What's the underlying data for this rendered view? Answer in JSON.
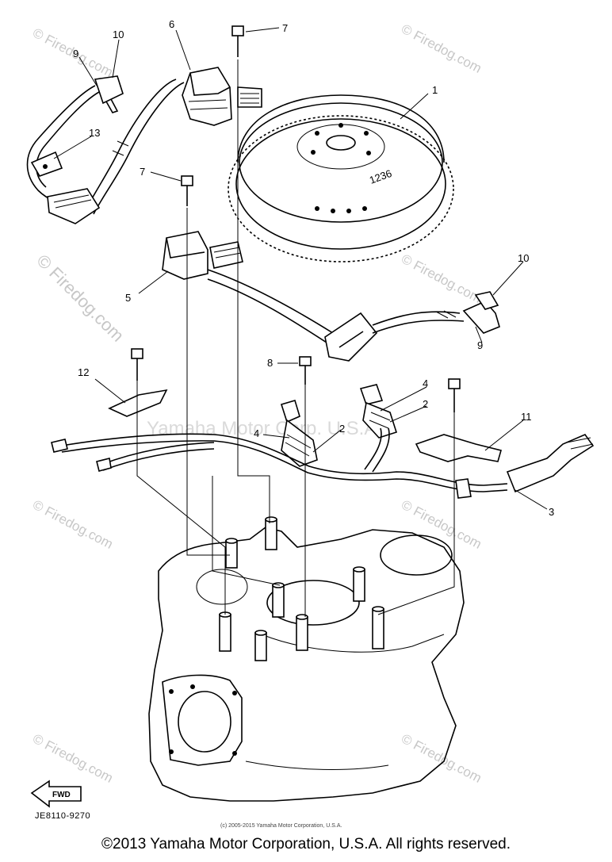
{
  "watermarks": {
    "firedog": "© Firedog.com",
    "center": "Yamaha Motor Corp. U.S.A."
  },
  "labels": {
    "p1": "1",
    "p2a": "2",
    "p2b": "2",
    "p3": "3",
    "p4a": "4",
    "p4b": "4",
    "p5": "5",
    "p6": "6",
    "p7a": "7",
    "p7b": "7",
    "p8": "8",
    "p9a": "9",
    "p9b": "9",
    "p10a": "10",
    "p10b": "10",
    "p11": "11",
    "p12": "12",
    "p13": "13"
  },
  "flywheel_marking": "1236",
  "fwd_arrow_label": "FWD",
  "drawing_code": "JE8110-9270",
  "small_copyright": "(c) 2005-2015 Yamaha Motor Corporation, U.S.A.",
  "footer_copyright": "©2013 Yamaha Motor Corporation, U.S.A. All rights reserved."
}
